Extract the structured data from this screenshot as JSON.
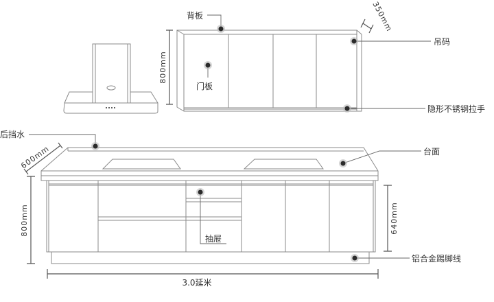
{
  "labels": {
    "back_panel": "背板",
    "door_panel": "门板",
    "hanger": "吊码",
    "hidden_handle": "隐形不锈钢拉手",
    "backsplash": "后挡水",
    "countertop": "台面",
    "drawer": "抽屉",
    "kickboard": "铝合金踢脚线"
  },
  "dimensions": {
    "wall_cabinet_height": "800mm",
    "wall_cabinet_depth": "350mm",
    "base_depth": "600mm",
    "base_height": "800mm",
    "door_height": "640mm",
    "total_length": "3.0延米"
  }
}
